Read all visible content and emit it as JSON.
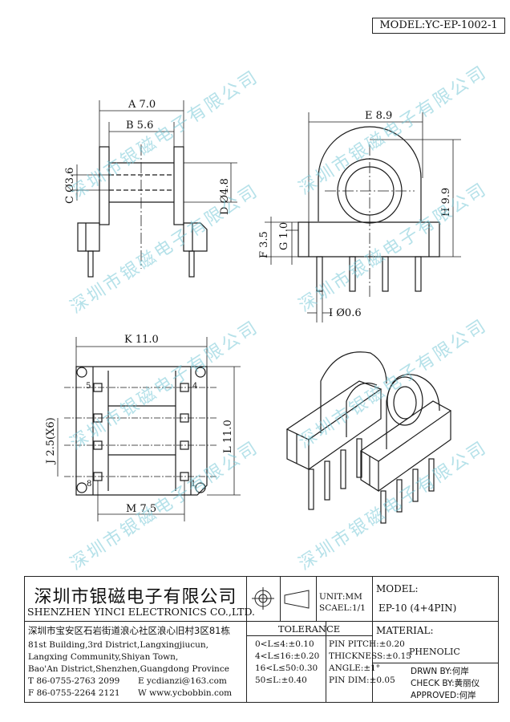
{
  "model_header": "MODEL:YC-EP-1002-1",
  "watermark": "深圳市银磁电子有限公司",
  "dimensions": {
    "a": "A 7.0",
    "b": "B 5.6",
    "c": "C Ø3.6",
    "d": "D Ø4.8",
    "e": "E 8.9",
    "f": "F 3.5",
    "g": "G 1.0",
    "h": "H 9.9",
    "i": "I Ø0.6",
    "j": "J 2.5(X6)",
    "k": "K 11.0",
    "l": "L 11.0",
    "m": "M 7.5"
  },
  "pins": [
    "5",
    "4",
    "8",
    "1"
  ],
  "company": {
    "name_cn": "深圳市银磁电子有限公司",
    "name_en": "SHENZHEN YINCI ELECTRONICS CO.,LTD.",
    "address_cn": "深圳市宝安区石岩街道浪心社区浪心旧村3区81栋",
    "address_en_1": "81st Building,3rd District,Langxingjiucun,",
    "address_en_2": "Langxing Community,Shiyan Town,",
    "address_en_3": "Bao'An District,Shenzhen,Guangdong Province",
    "tel": "T 86-0755-2763 2099",
    "email": "E ycdianzi@163.com",
    "fax": "F 86-0755-2264 2121",
    "web": "W www.ycbobbin.com"
  },
  "unit": "UNIT:MM",
  "scale": "SCAEL:1/1",
  "model_label": "MODEL:",
  "model_value": "EP-10 (4+4PIN)",
  "tolerance": {
    "title": "TOLERANCE",
    "left": [
      "0<L≤4:±0.10",
      "4<L≤16:±0.20",
      "16<L≤50:0.30",
      "50≤L:±0.40"
    ],
    "right": [
      "PIN PITCH:±0.20",
      "THICKNESS:±0.15",
      "ANGLE:±1°",
      "PIN DIM:±0.05"
    ]
  },
  "material_label": "MATERIAL:",
  "material_value": "PHENOLIC",
  "drawn_by": "DRWN BY:何岸",
  "check_by": "CHECK BY:黄丽仪",
  "approved": "APPROVED:何岸"
}
